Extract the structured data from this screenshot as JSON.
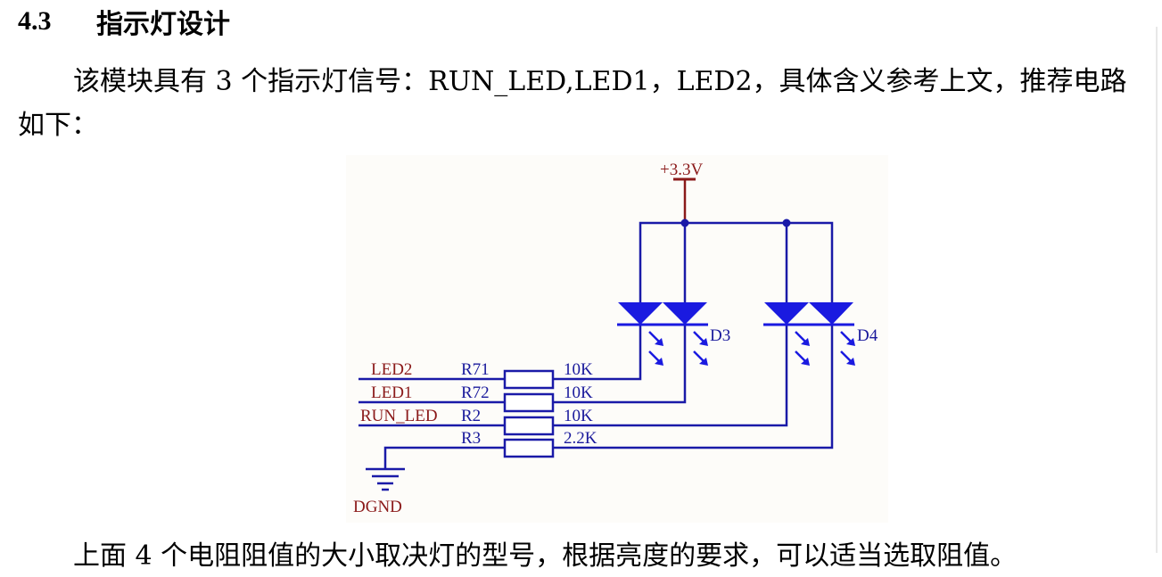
{
  "heading": {
    "number": "4.3",
    "title": "指示灯设计"
  },
  "paragraphs": {
    "intro_line1": "该模块具有 3 个指示灯信号：RUN_LED,LED1，LED2，具体含义参考上文，推荐电路",
    "intro_line2": "如下：",
    "conclusion": "上面 4 个电阻阻值的大小取决灯的型号，根据亮度的要求，可以适当选取阻值。"
  },
  "schematic": {
    "power": "+3.3V",
    "ground": "DGND",
    "diodes": [
      "D3",
      "D4"
    ],
    "nets": [
      "LED2",
      "LED1",
      "RUN_LED",
      ""
    ],
    "resistors": [
      {
        "ref": "R71",
        "value": "10K"
      },
      {
        "ref": "R72",
        "value": "10K"
      },
      {
        "ref": "R2",
        "value": "10K"
      },
      {
        "ref": "R3",
        "value": "2.2K"
      }
    ],
    "colors": {
      "wire": "#1a1aa8",
      "power": "#8b1a1a",
      "led": "#1a1ae0",
      "label": "#8b1a1a"
    }
  }
}
